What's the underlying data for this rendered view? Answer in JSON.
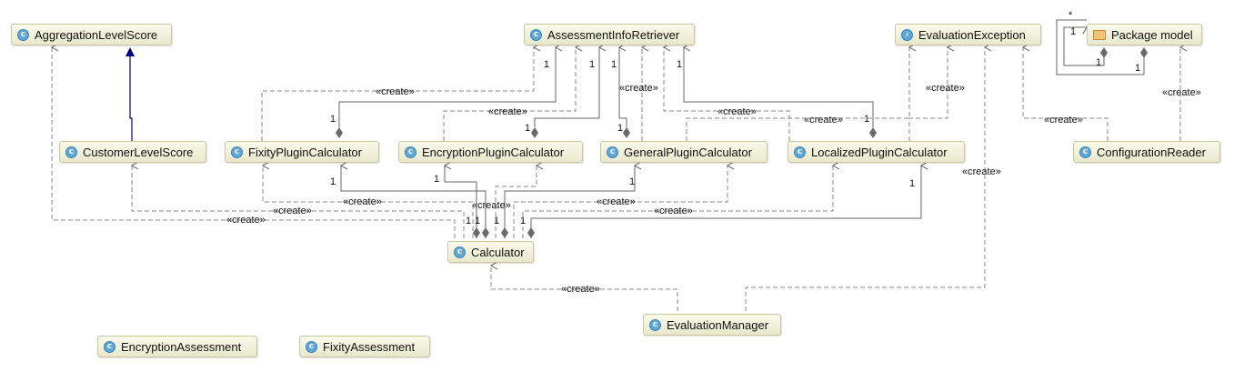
{
  "nodes": {
    "aggregation_level_score": "AggregationLevelScore",
    "assessment_info_retriever": "AssessmentInfoRetriever",
    "evaluation_exception": "EvaluationException",
    "package_model": "Package model",
    "customer_level_score": "CustomerLevelScore",
    "fixity_plugin_calculator": "FixityPluginCalculator",
    "encryption_plugin_calculator": "EncryptionPluginCalculator",
    "general_plugin_calculator": "GeneralPluginCalculator",
    "localized_plugin_calculator": "LocalizedPluginCalculator",
    "configuration_reader": "ConfigurationReader",
    "calculator": "Calculator",
    "evaluation_manager": "EvaluationManager",
    "encryption_assessment": "EncryptionAssessment",
    "fixity_assessment": "FixityAssessment"
  },
  "labels": {
    "create": "«create»",
    "one": "1",
    "many": "*"
  },
  "icons": {
    "class": "class-icon",
    "exception": "exception-icon",
    "package": "package-icon"
  },
  "colors": {
    "node_fill_top": "#fafaeb",
    "node_fill_bottom": "#e9e8cc",
    "node_border": "#c9c7a3",
    "edge": "#7a7a7a",
    "inheritance": "#000080"
  }
}
